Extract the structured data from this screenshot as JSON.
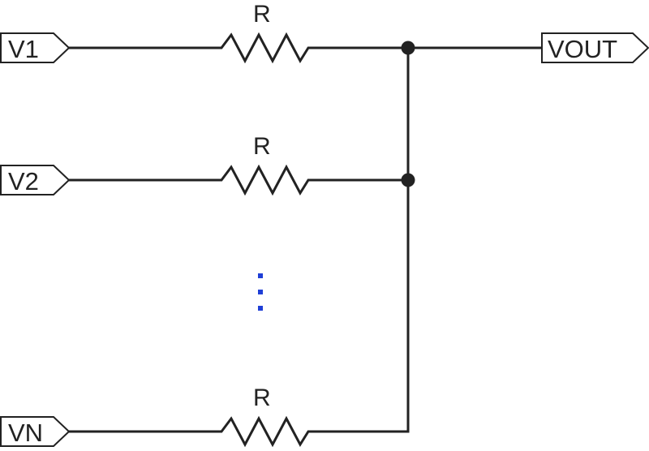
{
  "colors": {
    "wire": "#222222",
    "background": "#ffffff",
    "ellipsis": "#1f3fd6"
  },
  "diagram": {
    "inputs": [
      {
        "port_label": "V1",
        "resistor_label": "R"
      },
      {
        "port_label": "V2",
        "resistor_label": "R"
      },
      {
        "port_label": "VN",
        "resistor_label": "R"
      }
    ],
    "output": {
      "port_label": "VOUT"
    },
    "continuation_marker": "vertical-ellipsis"
  }
}
